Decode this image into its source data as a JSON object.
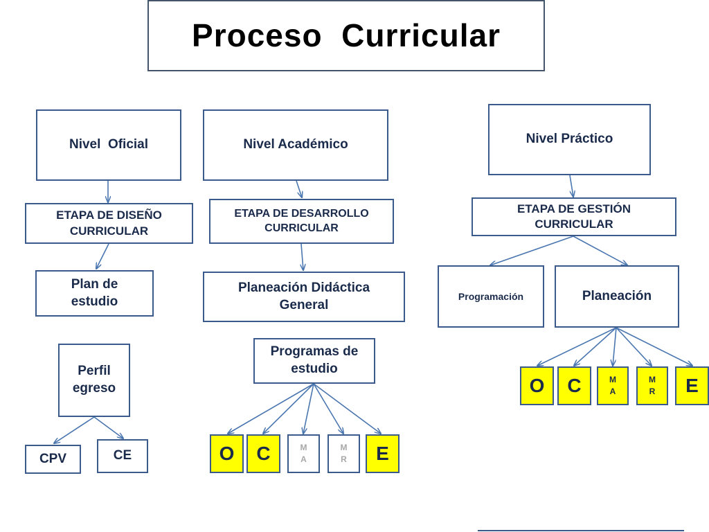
{
  "title": "Proceso  Curricular",
  "nivel_oficial": "Nivel  Oficial",
  "nivel_academico": "Nivel Académico",
  "nivel_practico": "Nivel Práctico",
  "etapa_diseno_1": "ETAPA DE DISEÑO",
  "etapa_diseno_2": "CURRICULAR",
  "etapa_desarrollo_1": "ETAPA DE DESARROLLO",
  "etapa_desarrollo_2": "CURRICULAR",
  "etapa_gestion_1": "ETAPA DE GESTIÓN",
  "etapa_gestion_2": "CURRICULAR",
  "plan_1": "Plan de",
  "plan_2": "estudio",
  "planeacion_did_1": "Planeación Didáctica",
  "planeacion_did_2": "General",
  "programacion": "Programación",
  "planeacion": "Planeación",
  "perfil_1": "Perfil",
  "perfil_2": "egreso",
  "programas_1": "Programas de",
  "programas_2": "estudio",
  "cpv": "CPV",
  "ce": "CE",
  "o": "O",
  "c": "C",
  "e": "E",
  "m": "M",
  "a": "A",
  "r": "R"
}
